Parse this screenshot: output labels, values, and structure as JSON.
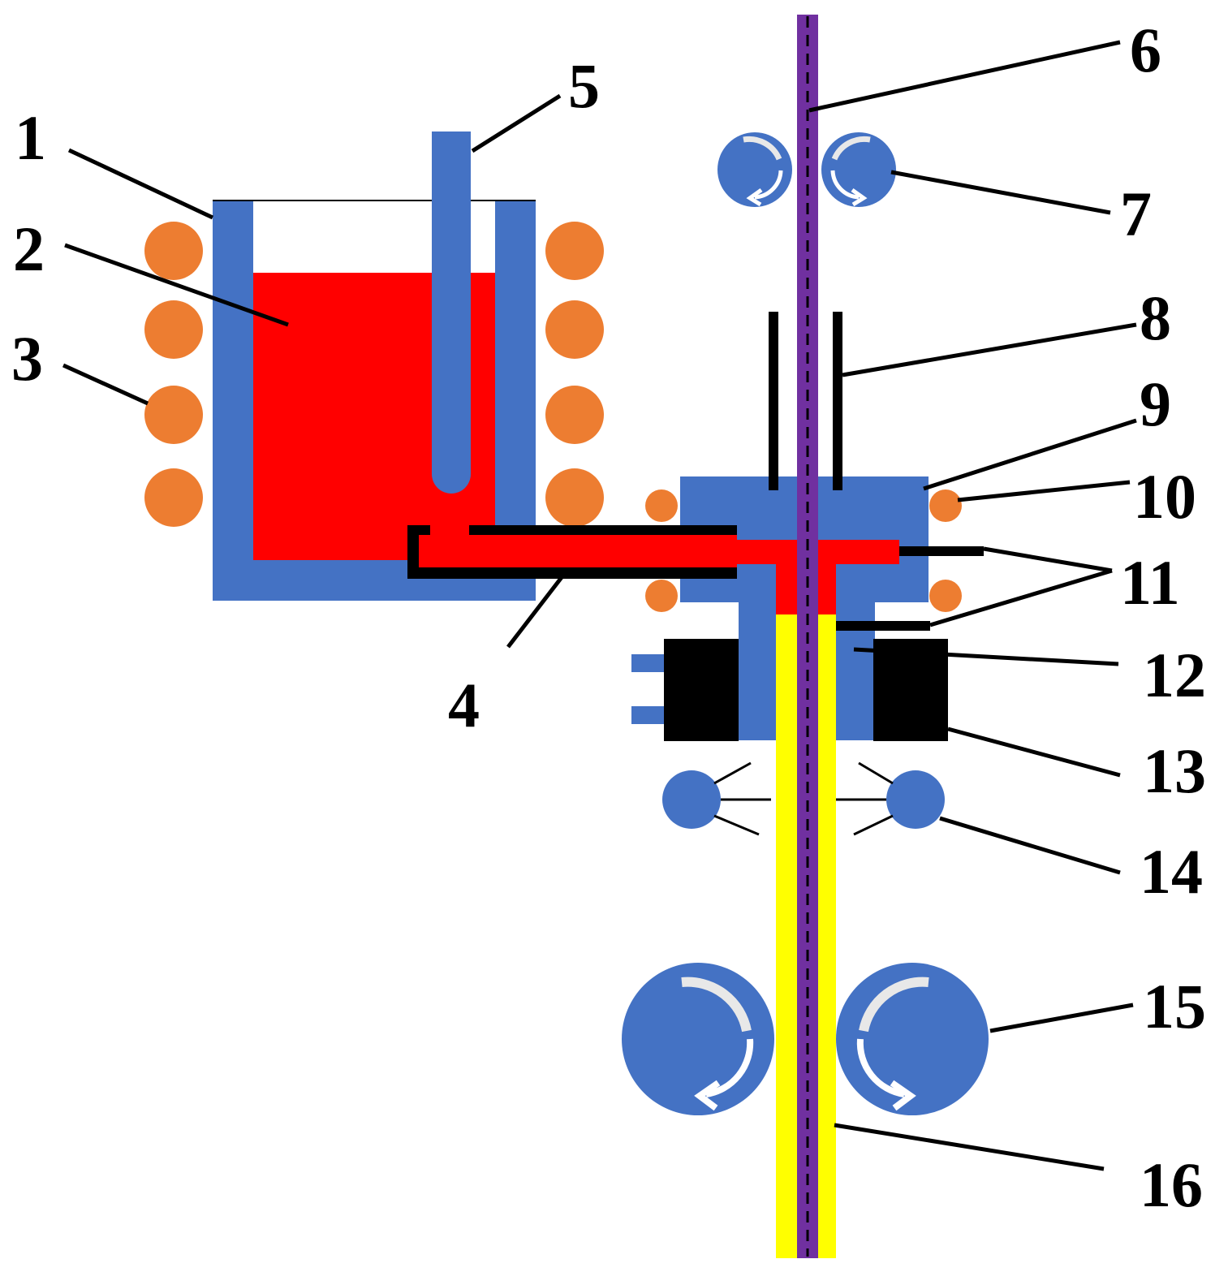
{
  "colors": {
    "blue": "#4472c4",
    "red": "#ff0000",
    "orange": "#ed7d31",
    "yellow": "#ffff00",
    "purple": "#7030a0",
    "black": "#000000",
    "white": "#ffffff",
    "arrow_white": "#e8e8e8"
  },
  "labels": {
    "l1": "1",
    "l2": "2",
    "l3": "3",
    "l4": "4",
    "l5": "5",
    "l6": "6",
    "l7": "7",
    "l8": "8",
    "l9": "9",
    "l10": "10",
    "l11": "11",
    "l12": "12",
    "l13": "13",
    "l14": "14",
    "l15": "15",
    "l16": "16"
  }
}
